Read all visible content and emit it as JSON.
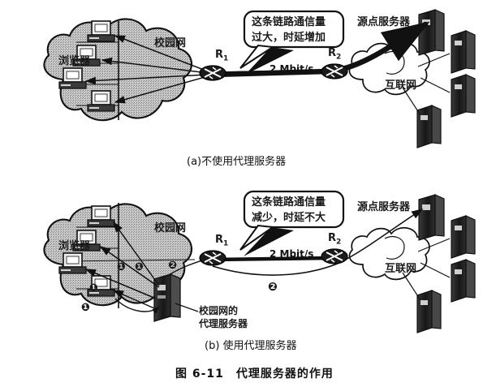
{
  "figure": {
    "caption": "图 6-11　代理服务器的作用",
    "subcaption_a": "(a)不使用代理服务器",
    "subcaption_b": "(b) 使用代理服务器"
  },
  "colors": {
    "ink": "#111111",
    "cloud_fill": "#b9b9b9",
    "internet_fill": "#ffffff",
    "device_dark": "#2b2b2b",
    "device_mid": "#5a5a5a",
    "paper": "#ffffff"
  },
  "panel_a": {
    "campus_cloud_label": "校园网",
    "browser_label": "浏览器",
    "router_left": "R",
    "router_left_sub": "1",
    "router_right": "R",
    "router_right_sub": "2",
    "link_rate": "2 Mbit/s",
    "internet_label": "互联网",
    "origin_server_label": "源点服务器",
    "callout_line1": "这条链路通信量",
    "callout_line2": "过大，时延增加",
    "browser_count": 4,
    "server_count": 4
  },
  "panel_b": {
    "campus_cloud_label": "校园网",
    "browser_label": "浏览器",
    "router_left": "R",
    "router_left_sub": "1",
    "router_right": "R",
    "router_right_sub": "2",
    "link_rate": "2 Mbit/s",
    "internet_label": "互联网",
    "origin_server_label": "源点服务器",
    "proxy_label_line1": "校园网的",
    "proxy_label_line2": "代理服务器",
    "callout_line1": "这条链路通信量",
    "callout_line2": "减少，时延不大",
    "flow_marks": [
      "❶",
      "❶",
      "❶",
      "❶",
      "❷",
      "❷"
    ],
    "browser_count": 4,
    "server_count": 4
  }
}
